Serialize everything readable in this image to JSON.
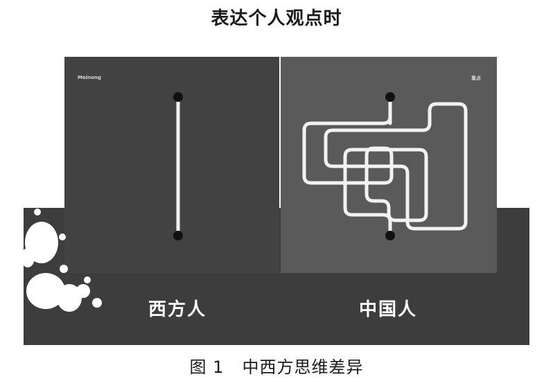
{
  "heading": "表达个人观点时",
  "panels": {
    "left": {
      "brand": "Meinong",
      "label": "西方人"
    },
    "right": {
      "brand": "重点",
      "label": "中国人"
    }
  },
  "caption": {
    "number": "图 1",
    "text": "中西方思维差异"
  },
  "colors": {
    "background": "#ffffff",
    "base": "#3d3d3d",
    "left_panel": "#424242",
    "right_panel": "#5a5a5a",
    "line": "#f2f2f2",
    "dot": "#111111"
  }
}
